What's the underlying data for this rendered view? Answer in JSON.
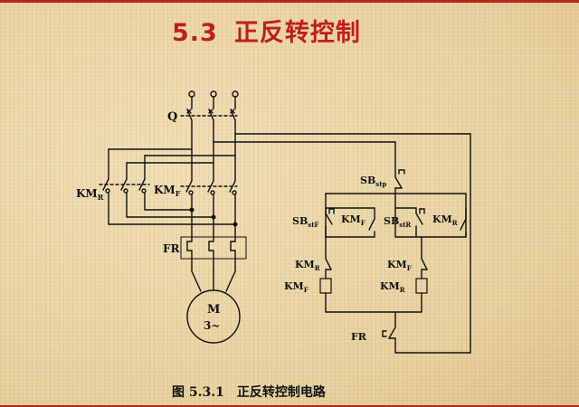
{
  "title": {
    "number": "5.3",
    "text": "正反转控制"
  },
  "caption": {
    "number": "图 5.3.1",
    "text": "正反转控制电路"
  },
  "labels": {
    "q": "Q",
    "km_r_main": {
      "base": "KM",
      "sub": "R"
    },
    "km_f_main": {
      "base": "KM",
      "sub": "F"
    },
    "fr_main": "FR",
    "motor": "M",
    "motor_phase": "3~",
    "sb_stp": {
      "base": "SB",
      "sub": "stp"
    },
    "sb_stf": {
      "base": "SB",
      "sub": "stF"
    },
    "km_f_hold": {
      "base": "KM",
      "sub": "F"
    },
    "sb_str": {
      "base": "SB",
      "sub": "stR"
    },
    "km_r_hold": {
      "base": "KM",
      "sub": "R"
    },
    "km_r_interlock": {
      "base": "KM",
      "sub": "R"
    },
    "km_f_coil": {
      "base": "KM",
      "sub": "F"
    },
    "km_f_interlock": {
      "base": "KM",
      "sub": "F"
    },
    "km_r_coil": {
      "base": "KM",
      "sub": "R"
    },
    "fr_ctrl": "FR"
  },
  "colors": {
    "line": "#111111",
    "title": "#c01e1e",
    "accent_strip": "#b4281e"
  }
}
